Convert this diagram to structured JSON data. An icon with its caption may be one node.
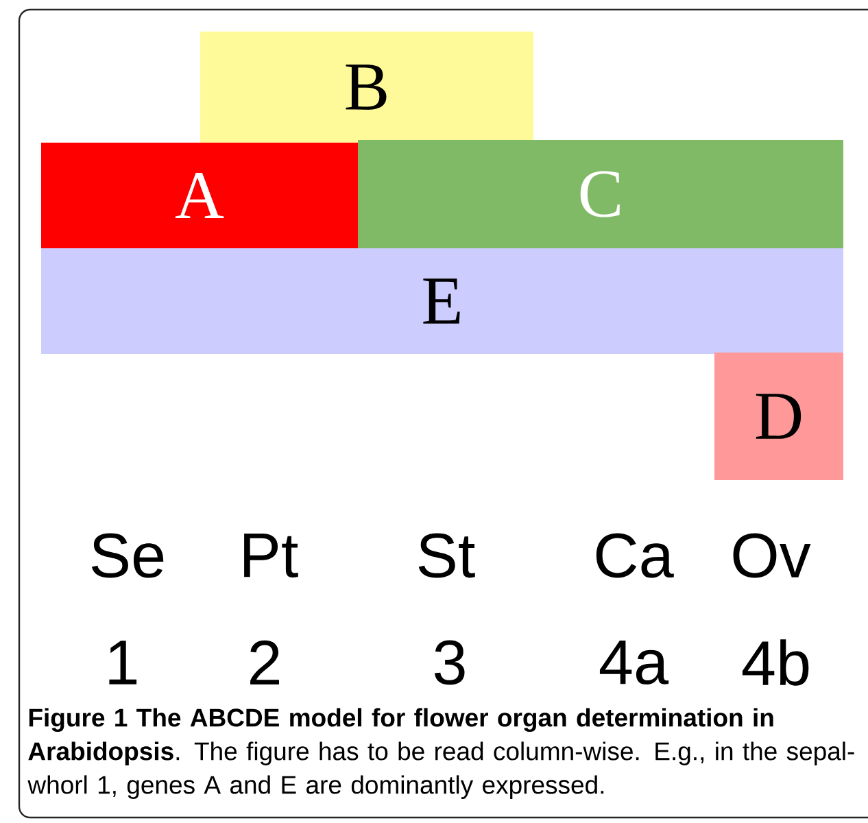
{
  "diagram": {
    "caption": "**Figure 1 The ABCDE model for flower organ determination in Arabidopsis**. The figure has to be read column-wise. E.g., in the sepal-whorl 1, genes A and E are dominantly expressed.",
    "nodes": [
      {
        "text": [
          "B"
        ]
      },
      {
        "text": [
          "A"
        ]
      },
      {
        "text": [
          "C"
        ]
      },
      {
        "text": [
          "E"
        ]
      },
      {
        "text": [
          "D"
        ]
      }
    ],
    "labels": [
      "Se",
      "Pt",
      "St",
      "Ca",
      "Ov",
      "1",
      "2",
      "3",
      "4a",
      "4b"
    ]
  }
}
